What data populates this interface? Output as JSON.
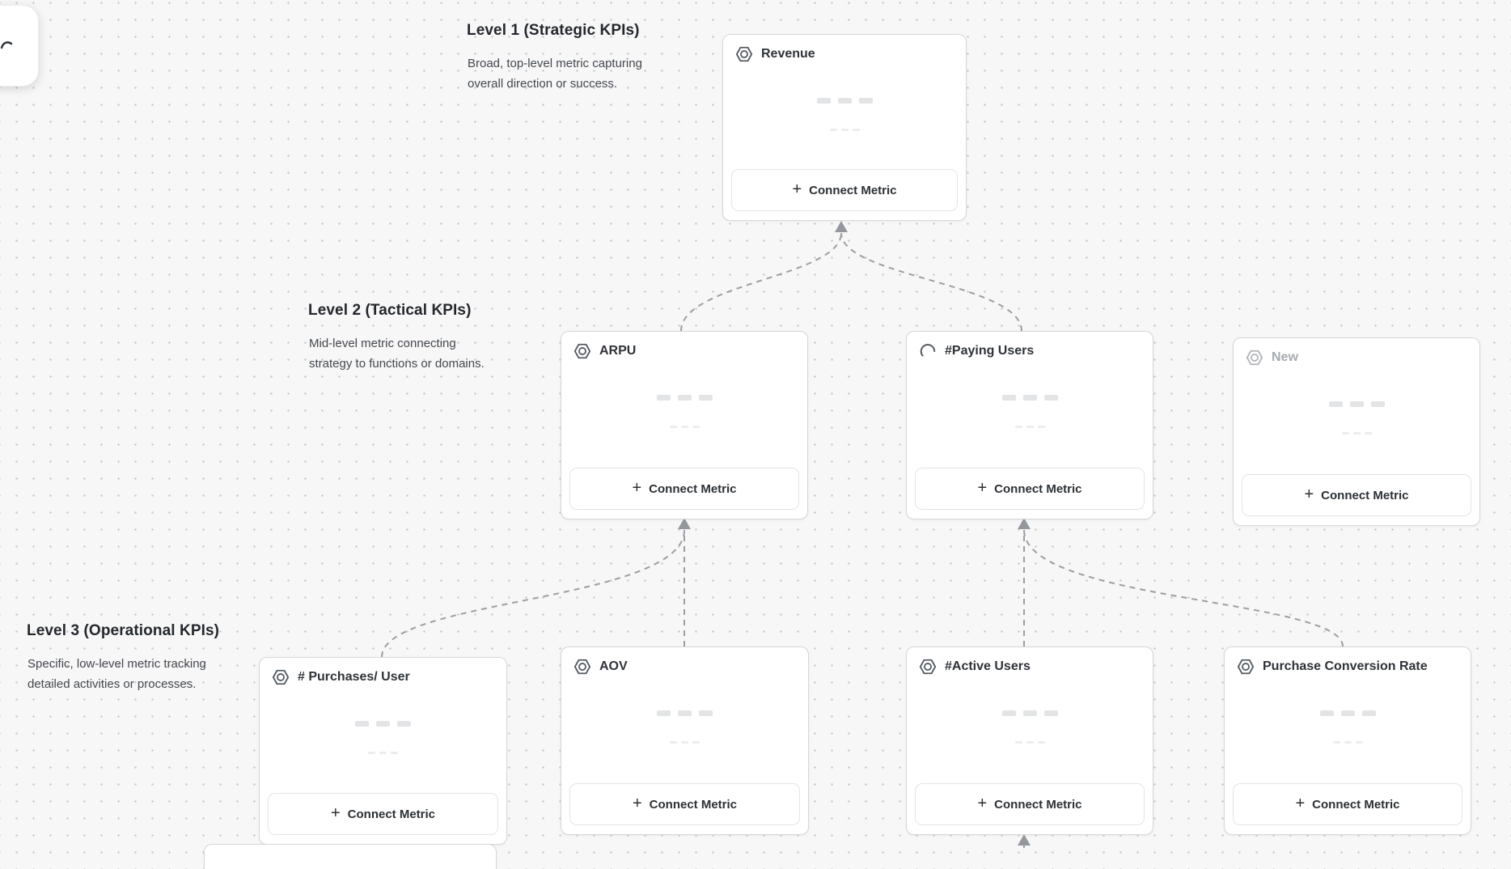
{
  "app": {
    "view": "kpi-tree-canvas"
  },
  "colors": {
    "canvas_bg": "#f7f7f7",
    "dot_grid": "#c7c8ca",
    "card_border": "#d6d7d9",
    "connector": "#9b9ea3",
    "title_text": "#24282d",
    "muted_title": "#a6aaaf"
  },
  "floating_button": {
    "icon": "cursor-icon"
  },
  "sections": {
    "level1": {
      "title": "Level 1 (Strategic KPIs)",
      "description": "Broad, top-level metric capturing overall direction or success."
    },
    "level2": {
      "title": "Level 2 (Tactical KPIs)",
      "description": "Mid-level metric connecting strategy to functions or domains."
    },
    "level3": {
      "title": "Level 3 (Operational KPIs)",
      "description": "Specific, low-level metric tracking detailed activities or processes."
    }
  },
  "cards": {
    "revenue": {
      "title": "Revenue",
      "icon": "metric-hexagon-icon",
      "connect_label": "Connect Metric",
      "level": 1
    },
    "arpu": {
      "title": "ARPU",
      "icon": "metric-hexagon-icon",
      "connect_label": "Connect Metric",
      "level": 2
    },
    "paying_users": {
      "title": "#Paying Users",
      "icon": "spinner-icon",
      "connect_label": "Connect Metric",
      "level": 2
    },
    "new": {
      "title": "New",
      "icon": "metric-hexagon-icon",
      "connect_label": "Connect Metric",
      "level": 2,
      "state": "draft"
    },
    "purchases_per_user": {
      "title": "# Purchases/ User",
      "icon": "metric-hexagon-icon",
      "connect_label": "Connect Metric",
      "level": 3
    },
    "aov": {
      "title": "AOV",
      "icon": "metric-hexagon-icon",
      "connect_label": "Connect Metric",
      "level": 3
    },
    "active_users": {
      "title": "#Active Users",
      "icon": "metric-hexagon-icon",
      "connect_label": "Connect Metric",
      "level": 3
    },
    "purchase_conversion_rate": {
      "title": "Purchase Conversion Rate",
      "icon": "metric-hexagon-icon",
      "connect_label": "Connect Metric",
      "level": 3
    }
  },
  "edges": [
    {
      "from": "arpu",
      "to": "revenue"
    },
    {
      "from": "paying_users",
      "to": "revenue"
    },
    {
      "from": "purchases_per_user",
      "to": "arpu"
    },
    {
      "from": "aov",
      "to": "arpu"
    },
    {
      "from": "active_users",
      "to": "paying_users"
    },
    {
      "from": "purchase_conversion_rate",
      "to": "paying_users"
    },
    {
      "from": "below-viewport",
      "to": "active_users"
    }
  ]
}
